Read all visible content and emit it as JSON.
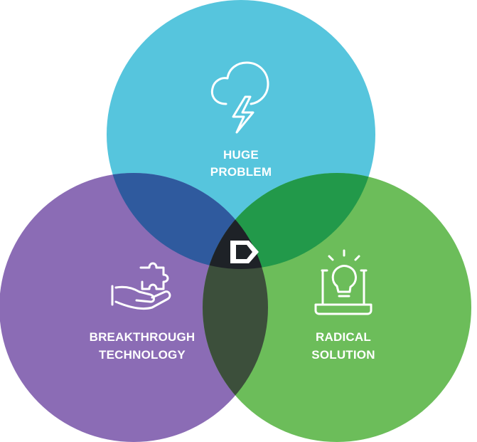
{
  "circles": {
    "top": {
      "label_line1": "HUGE",
      "label_line2": "PROBLEM",
      "icon": "storm-cloud-icon",
      "color": "#56c5dd"
    },
    "left": {
      "label_line1": "BREAKTHROUGH",
      "label_line2": "TECHNOLOGY",
      "icon": "hand-puzzle-icon",
      "color": "#8b6cb5"
    },
    "right": {
      "label_line1": "RADICAL",
      "label_line2": "SOLUTION",
      "icon": "laptop-lightbulb-icon",
      "color": "#6cbd5a"
    }
  },
  "overlaps": {
    "top_left": "#2f5a9e",
    "top_right": "#22994a",
    "left_right": "#3c4f3b",
    "center": "#1e2227"
  },
  "center_logo": {
    "icon": "k-logo-icon"
  }
}
